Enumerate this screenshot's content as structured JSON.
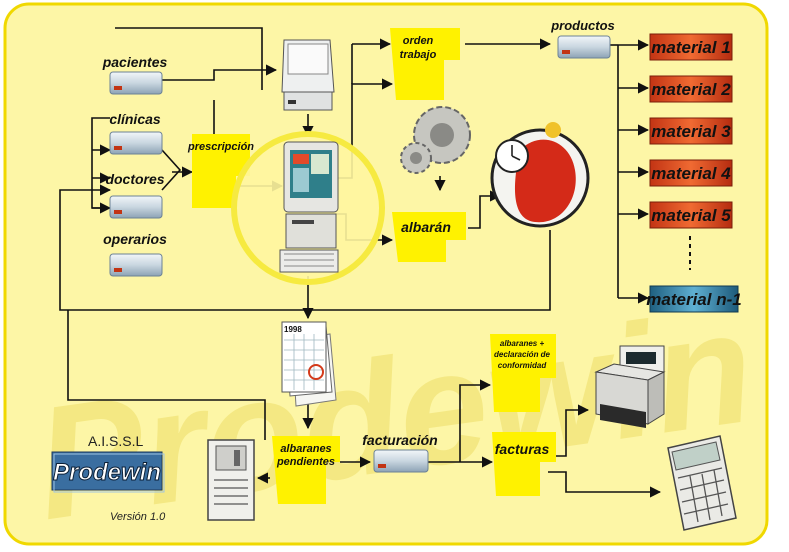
{
  "sources": [
    "pacientes",
    "clínicas",
    "doctores",
    "operarios"
  ],
  "nodes": {
    "prescripcion": "prescripción",
    "orden": [
      "orden",
      "trabajo"
    ],
    "productos": "productos",
    "albaran": "albarán",
    "albaranes_declaracion": [
      "albaranes +",
      "declaración de",
      "conformidad"
    ],
    "albaranes_pendientes": [
      "albaranes",
      "pendientes"
    ],
    "facturacion": "facturación",
    "facturas": "facturas",
    "calendar_year": "1998"
  },
  "materials": [
    {
      "label": "material 1",
      "color": "#e0522a"
    },
    {
      "label": "material 2",
      "color": "#e0522a"
    },
    {
      "label": "material 3",
      "color": "#e0522a"
    },
    {
      "label": "material 4",
      "color": "#e0522a"
    },
    {
      "label": "material 5",
      "color": "#e0522a"
    },
    {
      "label": "material n-1",
      "color": "#3c8cb0"
    }
  ],
  "brand": {
    "company": "A.I.S.S.L",
    "product": "Prodewin",
    "version": "Versión 1.0",
    "watermark": "Prodewin"
  },
  "colors": {
    "background": "#fdf6a6",
    "border": "#f0d800",
    "note": "#fff200",
    "box": "#d8e2ea"
  }
}
